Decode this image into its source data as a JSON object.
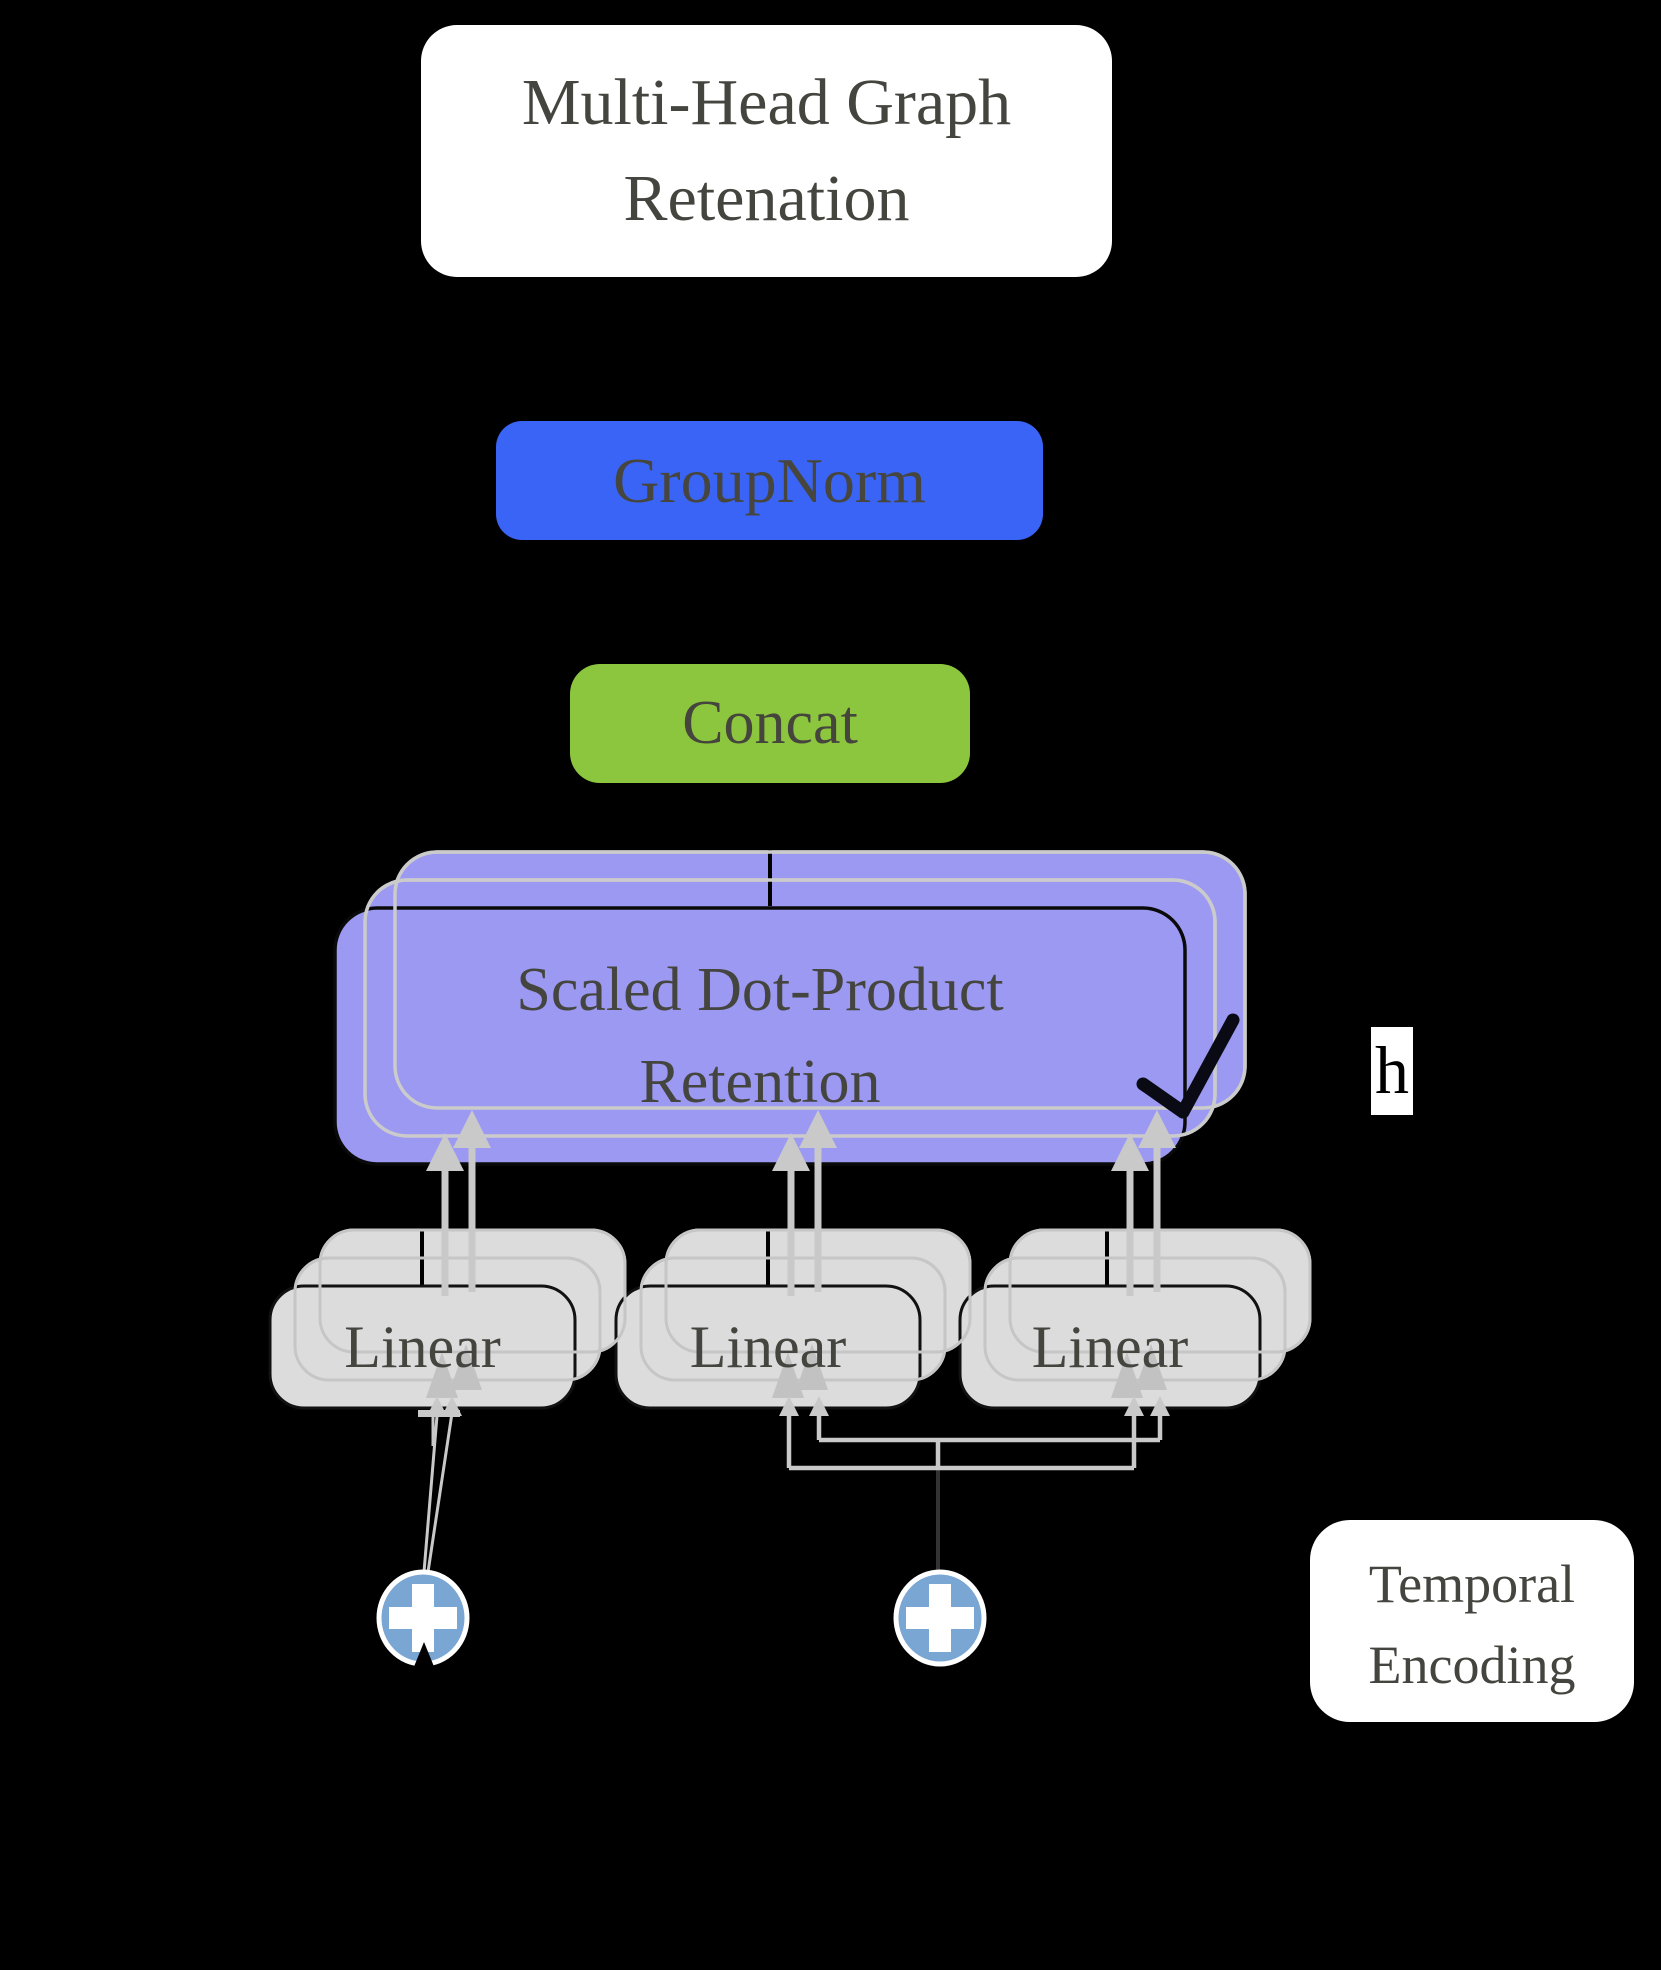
{
  "diagram": {
    "title": {
      "line1": "Multi-Head Graph",
      "line2": "Retenation"
    },
    "nodes": {
      "groupnorm": {
        "label": "GroupNorm"
      },
      "concat": {
        "label": "Concat"
      },
      "retention": {
        "line1": "Scaled Dot-Product",
        "line2": "Retention",
        "stack_count_label": "h"
      },
      "linears": [
        "Linear",
        "Linear",
        "Linear"
      ],
      "temporal_encoding": {
        "line1": "Temporal",
        "line2": "Encoding"
      }
    },
    "icons": {
      "plus": "+"
    },
    "colors": {
      "background": "#000000",
      "groupnorm_fill": "#3a64f6",
      "concat_fill": "#8cc63e",
      "retention_fill": "#9b99f1",
      "linear_fill": "#dcdcdc",
      "ghost_border": "#cbcbcb",
      "front_border": "#000000",
      "arrow_gray": "#c9c9c9",
      "plus_circle_fill": "#7aa6d3",
      "text_dark": "#454540",
      "white_box_fill": "#ffffff"
    }
  }
}
